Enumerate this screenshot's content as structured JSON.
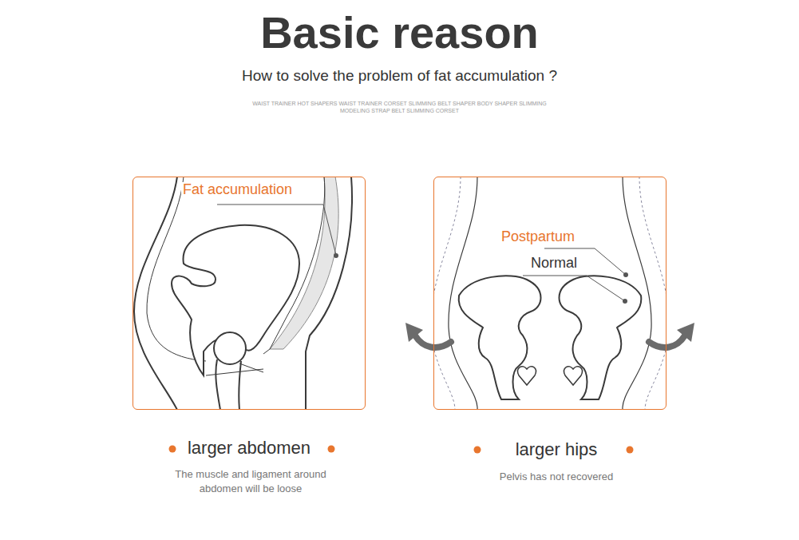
{
  "diagram": {
    "title": "Basic reason",
    "nodes": [
      {
        "text": [
          "Fat accumulation"
        ]
      },
      {
        "text": [
          "Postpartum",
          "Normal"
        ]
      }
    ],
    "labels": [
      "How to solve the problem of fat accumulation ?",
      "WAIST TRAINER HOT SHAPERS WAIST TRAINER CORSET SLIMMING BELT SHAPER BODY SHAPER SLIMMING MODELING STRAP BELT SLIMMING CORSET",
      "larger abdomen",
      "The muscle and ligament around abdomen will be loose",
      "larger hips",
      "Pelvis has not recovered"
    ]
  }
}
